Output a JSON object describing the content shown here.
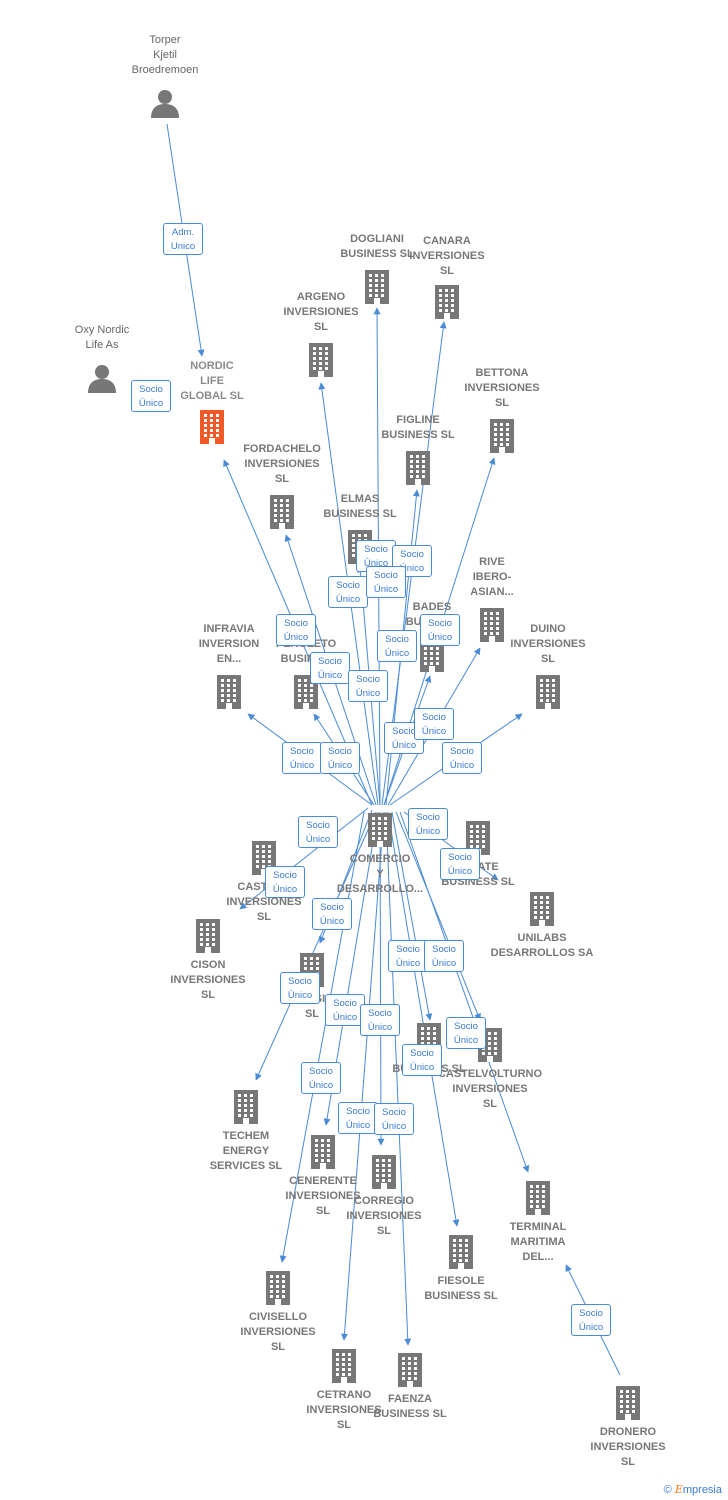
{
  "colors": {
    "edge": "#4a8bd6",
    "building": "#777777",
    "focus_building": "#f05a28",
    "person": "#777777"
  },
  "badge_lines": {
    "socio": "Socio",
    "unico": "Único",
    "adm": "Adm.",
    "unico_adm": "Unico"
  },
  "nodes": {
    "torper": {
      "label": "Torper\nKjetil\nBroedremoen",
      "icon": "person-icon"
    },
    "oxy": {
      "label": "Oxy Nordic\nLife As",
      "icon": "person-icon"
    },
    "nordic": {
      "label": "NORDIC\nLIFE\nGLOBAL  SL",
      "icon": "building-icon"
    },
    "dogliani": {
      "label": "DOGLIANI\nBUSINESS  SL",
      "icon": "building-icon"
    },
    "canara": {
      "label": "CANARA\nINVERSIONES\nSL",
      "icon": "building-icon"
    },
    "argeno": {
      "label": "ARGENO\nINVERSIONES\nSL",
      "icon": "building-icon"
    },
    "bettona": {
      "label": "BETTONA\nINVERSIONES\nSL",
      "icon": "building-icon"
    },
    "figline": {
      "label": "FIGLINE\nBUSINESS  SL",
      "icon": "building-icon"
    },
    "fordachelo": {
      "label": "FORDACHELO\nINVERSIONES\nSL",
      "icon": "building-icon"
    },
    "elmas": {
      "label": "ELMAS\nBUSINESS  SL",
      "icon": "building-icon"
    },
    "rive": {
      "label": "RIVE\nIBERO-\nASIAN...",
      "icon": "building-icon"
    },
    "bades": {
      "label": "BADES\nBUSI...  SL",
      "icon": "building-icon"
    },
    "infravia": {
      "label": "INFRAVIA\nINVERSION\nEN...",
      "icon": "building-icon"
    },
    "peroleto": {
      "label": "PEROLETO\nBUSINE...",
      "icon": "building-icon"
    },
    "duino": {
      "label": "DUINO\nINVERSIONES\nSL",
      "icon": "building-icon"
    },
    "comercio": {
      "label": "COMERCIO\nY\nDESARROLLO...",
      "icon": "building-icon"
    },
    "castel": {
      "label": "CASTEL...\nINVERSIONES\nSL",
      "icon": "building-icon"
    },
    "irate": {
      "label": "...IRATE\nBUSINESS  SL",
      "icon": "building-icon"
    },
    "unilabs": {
      "label": "UNILABS\nDESARROLLOS SA",
      "icon": "building-icon"
    },
    "cison": {
      "label": "CISON\nINVERSIONES\nSL",
      "icon": "building-icon"
    },
    "inversio": {
      "label": "INVERSIO...\nSL",
      "icon": "building-icon"
    },
    "castelvolturno": {
      "label": "CASTELVOLTURNO\nINVERSIONES\nSL",
      "icon": "building-icon"
    },
    "business_sl": {
      "label": "BUSINESS  SL",
      "icon": "building-icon"
    },
    "techem": {
      "label": "TECHEM\nENERGY\nSERVICES  SL",
      "icon": "building-icon"
    },
    "cenerente": {
      "label": "CENERENTE\nINVERSIONES\nSL",
      "icon": "building-icon"
    },
    "corregio": {
      "label": "CORREGIO\nINVERSIONES\nSL",
      "icon": "building-icon"
    },
    "terminal": {
      "label": "TERMINAL\nMARITIMA\nDEL...",
      "icon": "building-icon"
    },
    "fiesole": {
      "label": "FIESOLE\nBUSINESS  SL",
      "icon": "building-icon"
    },
    "civisello": {
      "label": "CIVISELLO\nINVERSIONES\nSL",
      "icon": "building-icon"
    },
    "cetrano": {
      "label": "CETRANO\nINVERSIONES\nSL",
      "icon": "building-icon"
    },
    "faenza": {
      "label": "FAENZA\nBUSINESS  SL",
      "icon": "building-icon"
    },
    "dronero": {
      "label": "DRONERO\nINVERSIONES\nSL",
      "icon": "building-icon"
    }
  },
  "footer": {
    "copyright": "©",
    "brand_initial": "E",
    "brand_rest": "mpresia"
  }
}
